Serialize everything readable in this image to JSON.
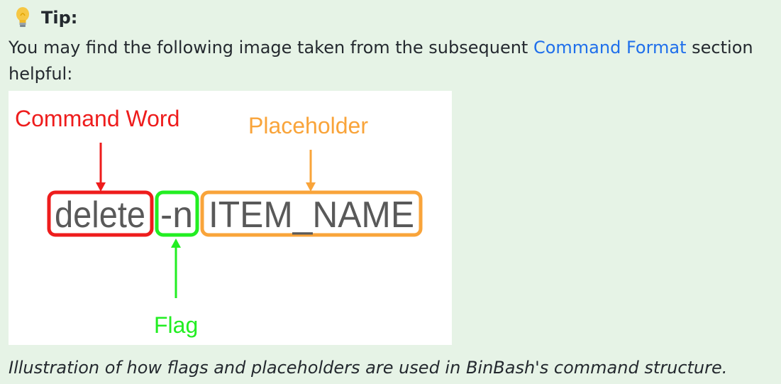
{
  "tip": {
    "icon": "lightbulb-icon",
    "title": "Tip:"
  },
  "paragraph": {
    "text_before": "You may find the following image taken from the subsequent ",
    "link_text": "Command Format",
    "text_after": " section helpful:"
  },
  "figure": {
    "command_word_label": "Command Word",
    "placeholder_label": "Placeholder",
    "flag_label": "Flag",
    "command_word": "delete",
    "flag": "-n",
    "placeholder": "ITEM_NAME",
    "colors": {
      "command_word": "#ee1c1c",
      "flag": "#22ee22",
      "placeholder": "#f9a43a",
      "text": "#595959"
    }
  },
  "caption": "Illustration of how flags and placeholders are used in BinBash's command structure.",
  "colors": {
    "background": "#e6f3e6",
    "link": "#1f6feb"
  }
}
